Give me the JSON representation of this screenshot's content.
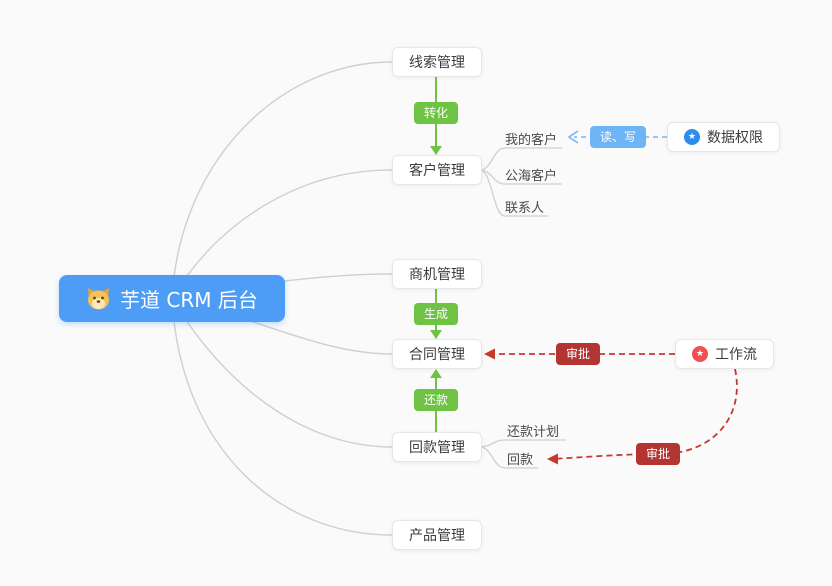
{
  "root": {
    "label": "芋道 CRM 后台"
  },
  "nodes": {
    "leads": {
      "label": "线索管理"
    },
    "customers": {
      "label": "客户管理"
    },
    "opportunities": {
      "label": "商机管理"
    },
    "contracts": {
      "label": "合同管理"
    },
    "receivables": {
      "label": "回款管理"
    },
    "products": {
      "label": "产品管理"
    },
    "data_permission": {
      "label": "数据权限"
    },
    "workflow": {
      "label": "工作流"
    }
  },
  "sub_items": {
    "my_customers": "我的客户",
    "public_customers": "公海客户",
    "contacts": "联系人",
    "repayment_plan": "还款计划",
    "repayment": "回款"
  },
  "badges": {
    "convert": "转化",
    "generate": "生成",
    "repay": "还款",
    "read_write": "读、写",
    "approve_contract": "审批",
    "approve_receivable": "审批"
  },
  "icons": {
    "star": "★"
  },
  "colors": {
    "background": "#fafafa",
    "root_bg": "#4d9df6",
    "green_badge": "#6fc344",
    "blue_badge": "#6fb5f5",
    "red_badge": "#b23532",
    "blue_icon": "#2d8cf0",
    "red_icon": "#f0504f",
    "edge_gray": "#cfcfcf",
    "dashed_blue": "#74b6f5",
    "dashed_red": "#c9382f"
  }
}
